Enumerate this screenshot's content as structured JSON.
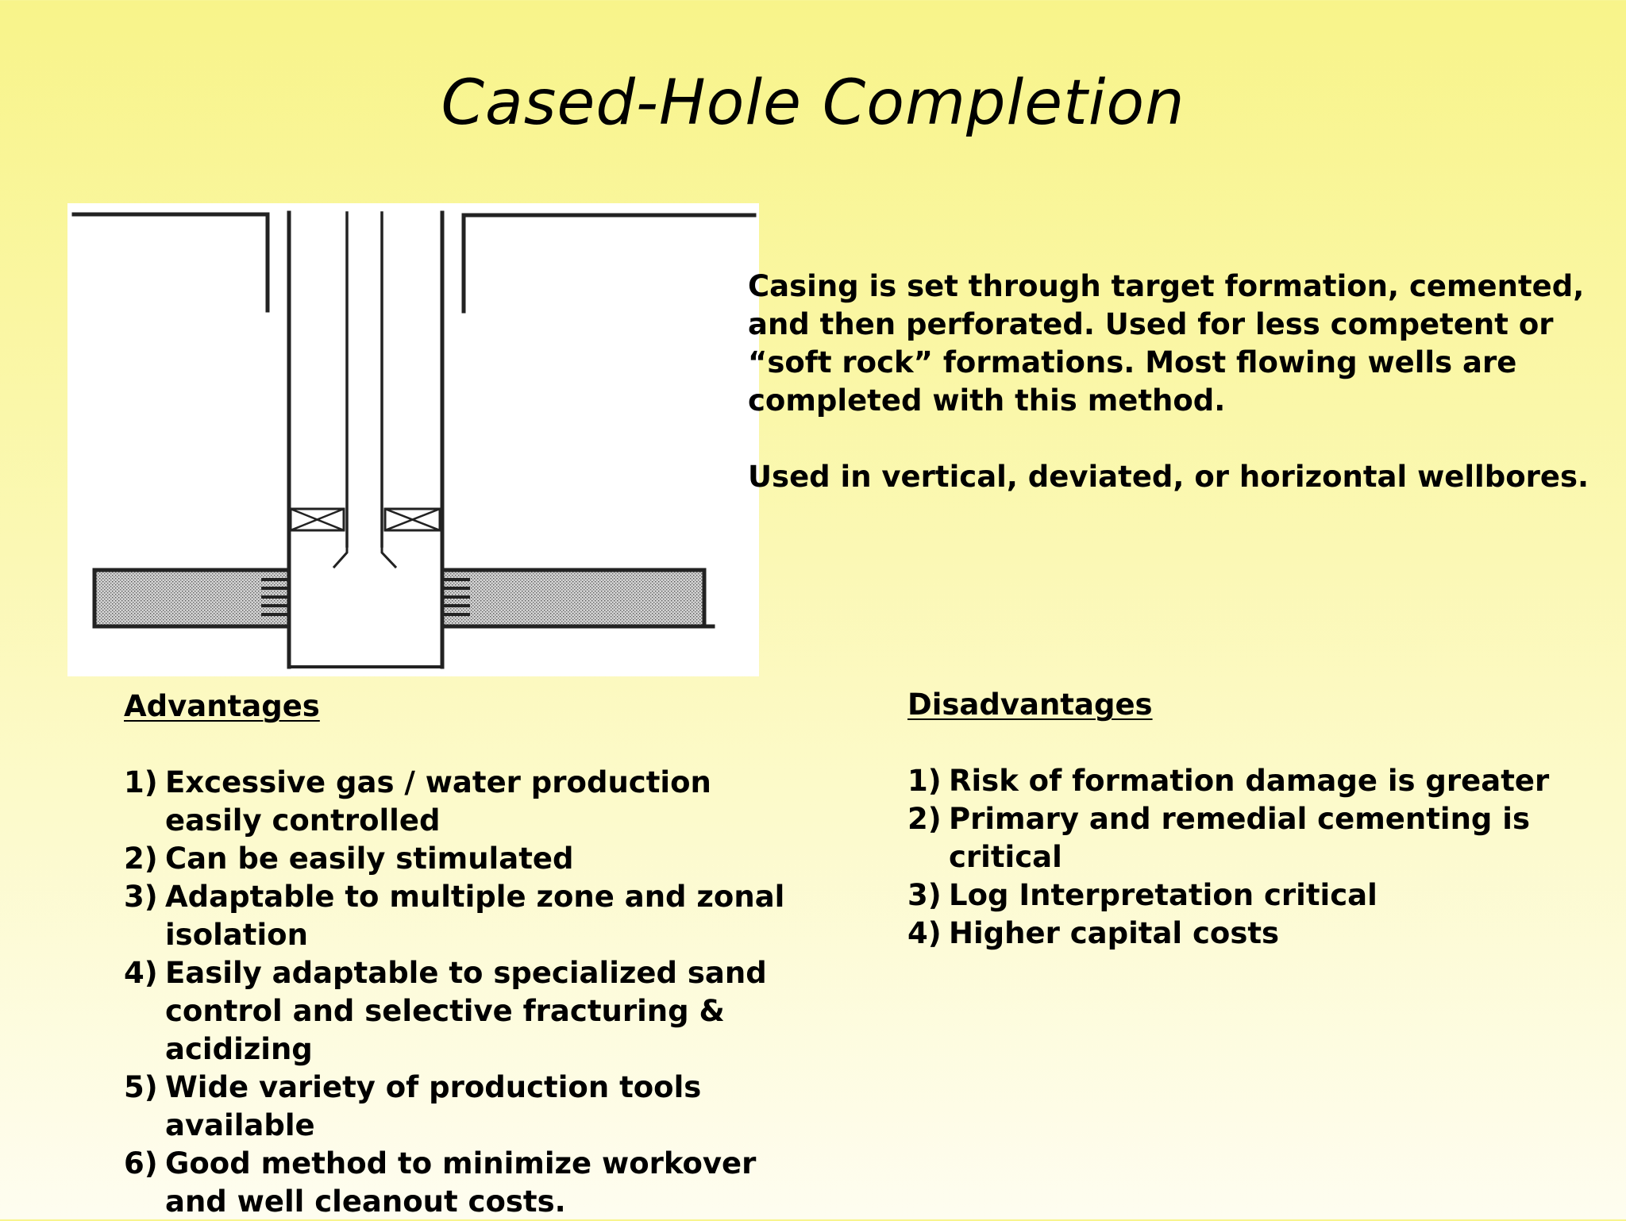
{
  "slide": {
    "title": "Cased-Hole Completion",
    "description": [
      "Casing is set through target formation, cemented, and then perforated.  Used for less competent or “soft rock” formations.  Most flowing wells are completed with this method.",
      "Used in vertical, deviated, or horizontal wellbores."
    ],
    "advantages": {
      "heading": "Advantages",
      "items": [
        {
          "num": "1)",
          "text": "Excessive gas / water production easily controlled"
        },
        {
          "num": "2)",
          "text": "Can be easily stimulated"
        },
        {
          "num": "3)",
          "text": "Adaptable to multiple zone and zonal isolation"
        },
        {
          "num": "4)",
          "text": "Easily adaptable to specialized sand control and selective fracturing & acidizing"
        },
        {
          "num": "5)",
          "text": "Wide variety of production tools available"
        },
        {
          "num": "6)",
          "text": "Good method to minimize workover and well cleanout costs."
        }
      ]
    },
    "disadvantages": {
      "heading": "Disadvantages",
      "items": [
        {
          "num": "1)",
          "text": "Risk of formation damage is greater"
        },
        {
          "num": "2)",
          "text": "Primary and remedial cementing is critical"
        },
        {
          "num": "3)",
          "text": "Log Interpretation critical"
        },
        {
          "num": "4)",
          "text": "Higher capital costs"
        }
      ]
    }
  },
  "colors": {
    "background_top": "#f8f48a",
    "background_bottom": "#fefdf0",
    "text": "#000000",
    "diagram_line": "#222222"
  }
}
